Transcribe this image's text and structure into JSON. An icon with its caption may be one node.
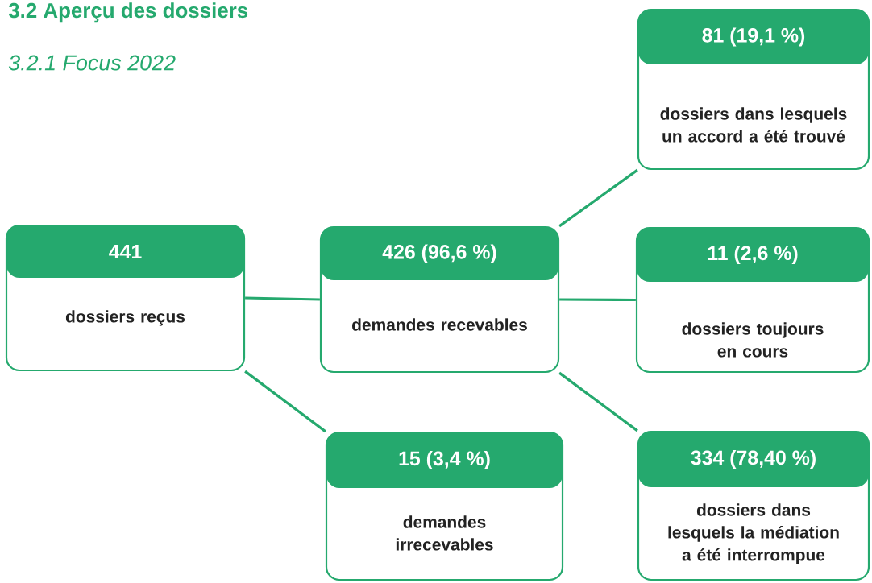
{
  "diagram": {
    "title": "3.2 Aperçu des dossiers",
    "nodes": [
      {
        "text": [
          "441",
          "dossiers reçus"
        ]
      },
      {
        "text": [
          "426 (96,6 %)",
          "demandes recevables"
        ]
      },
      {
        "text": [
          "15 (3,4 %)",
          "demandes irrecevables"
        ]
      },
      {
        "text": [
          "81 (19,1 %)",
          "dossiers dans lesquels un accord a été trouvé"
        ]
      },
      {
        "text": [
          "11 (2,6 %)",
          "dossiers toujours en cours"
        ]
      },
      {
        "text": [
          "334 (78,40 %)",
          "dossiers dans lesquels la médiation a été interrompue"
        ]
      }
    ],
    "edges": [
      {
        "from": 0,
        "to": 1,
        "arrow": "none"
      },
      {
        "from": 0,
        "to": 2,
        "arrow": "none"
      },
      {
        "from": 1,
        "to": 3,
        "arrow": "none"
      },
      {
        "from": 1,
        "to": 4,
        "arrow": "none"
      },
      {
        "from": 1,
        "to": 5,
        "arrow": "none"
      }
    ],
    "labels": [
      "3.2.1 Focus 2022"
    ]
  }
}
